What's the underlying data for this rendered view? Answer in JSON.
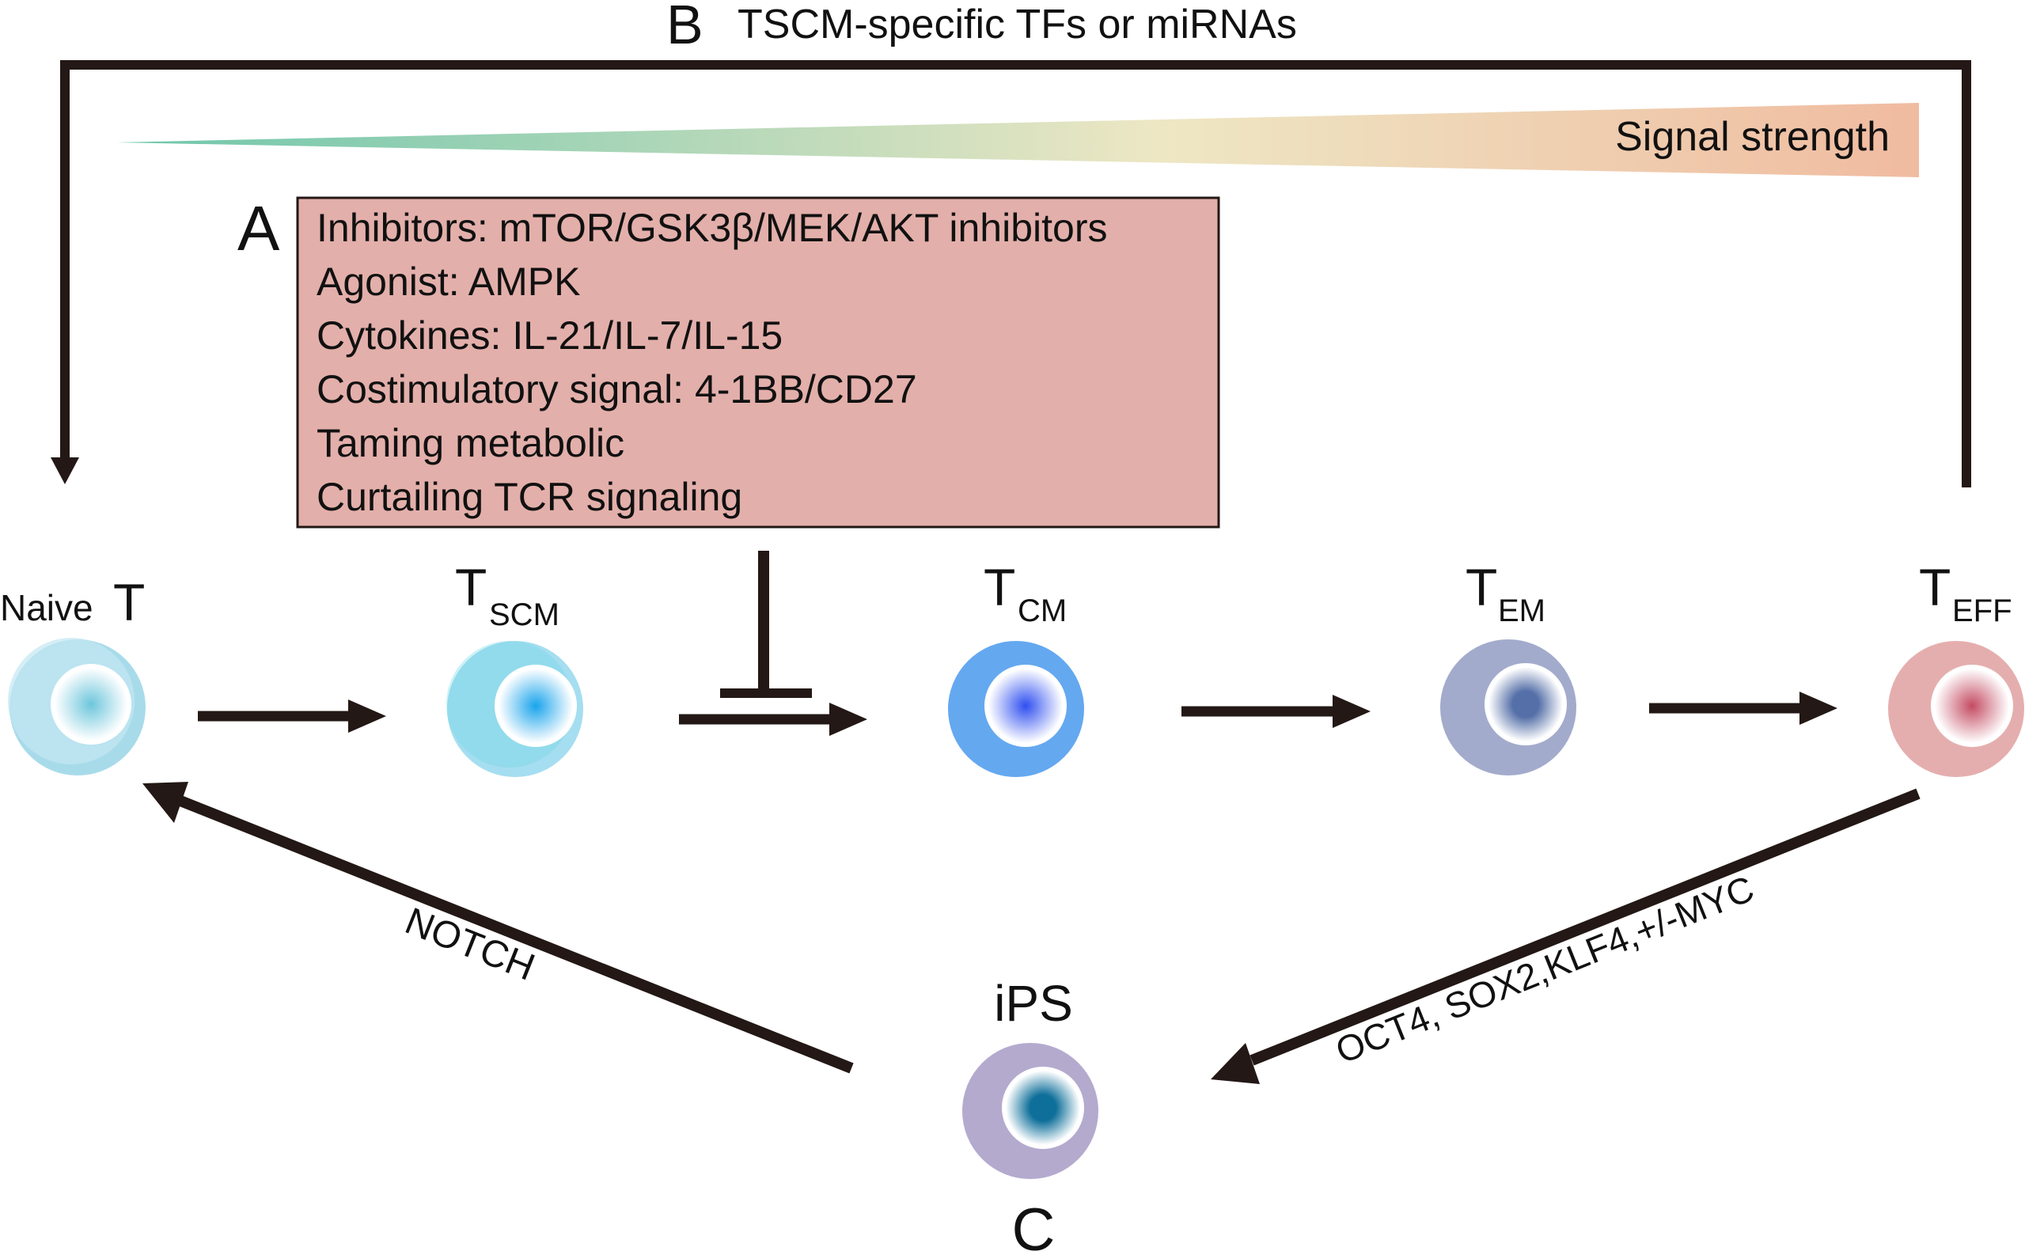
{
  "panel_b": {
    "letter": "B",
    "label": "TSCM-specific TFs or miRNAs"
  },
  "signal": {
    "label": "Signal strength",
    "gradient": [
      "#5fc0a3",
      "#eee7c4",
      "#f0bba0"
    ]
  },
  "panel_a": {
    "letter": "A",
    "box_fill": "#e3afaa",
    "items": [
      "Inhibitors: mTOR/GSK3β/MEK/AKT inhibitors",
      "Agonist: AMPK",
      "Cytokines: IL-21/IL-7/IL-15",
      "Costimulatory signal: 4-1BB/CD27",
      "Taming metabolic",
      "Curtailing TCR signaling"
    ]
  },
  "cells": {
    "naive": {
      "label_main": "Naive",
      "label_letter": "T",
      "color": "#a8dbea",
      "core": "#6dc6dc"
    },
    "tscm": {
      "label_main": "T",
      "label_sub": "SCM",
      "color": "#a5def0",
      "core": "#1aa4ec"
    },
    "tcm": {
      "label_main": "T",
      "label_sub": "CM",
      "color": "#64a8f0",
      "core": "#2f4ff0"
    },
    "tem": {
      "label_main": "T",
      "label_sub": "EM",
      "color": "#a3abcc",
      "core": "#5570a8"
    },
    "teff": {
      "label_main": "T",
      "label_sub": "EFF",
      "color": "#e5aeae",
      "core": "#c44b62"
    },
    "ips": {
      "label_main": "iPS",
      "color": "#b4aace",
      "core": "#0e6f9a"
    }
  },
  "arrows": {
    "notch_label": "NOTCH",
    "reprogram_label": "OCT4, SOX2,KLF4,+/-MYC",
    "color": "#231815"
  },
  "panel_c": {
    "letter": "C"
  }
}
